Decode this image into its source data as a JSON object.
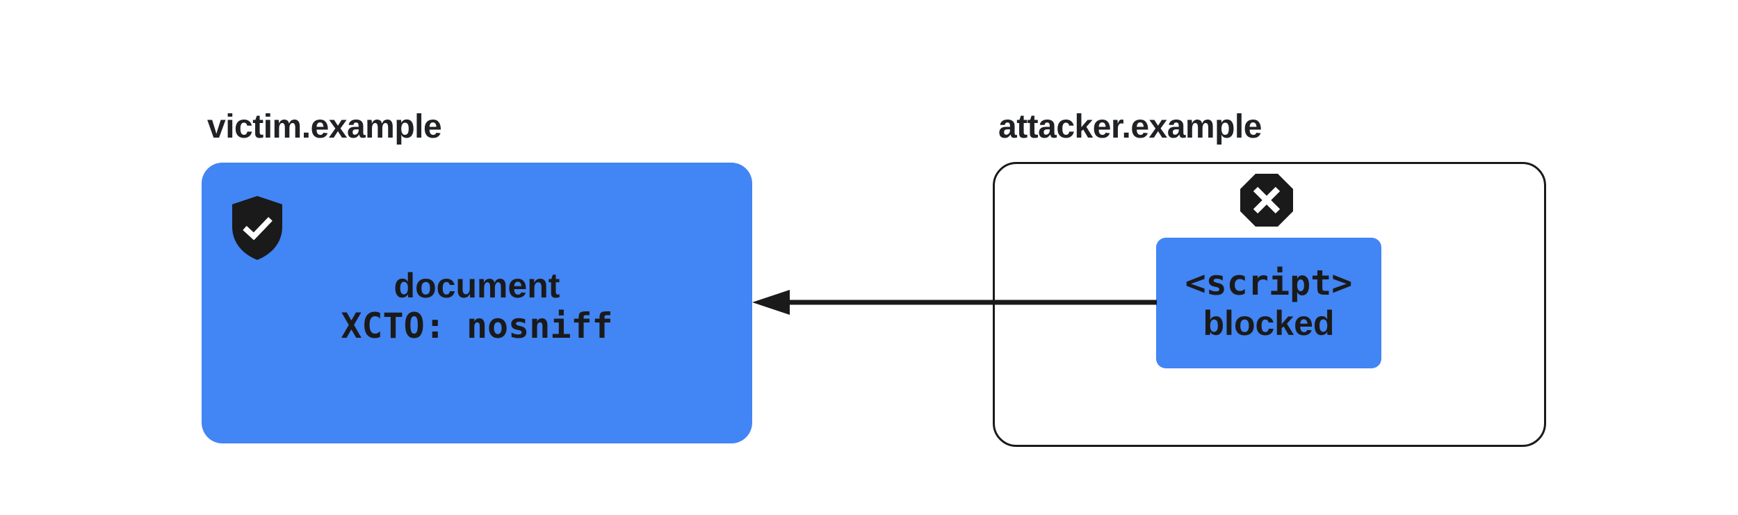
{
  "victim": {
    "origin": "victim.example",
    "line1": "document",
    "line2": "XCTO: nosniff"
  },
  "attacker": {
    "origin": "attacker.example",
    "line1": "<script>",
    "line2": "blocked"
  },
  "icons": {
    "victim_icon": "shield-check-icon",
    "attacker_icon": "stop-x-icon"
  },
  "colors": {
    "box_fill": "#4285f4",
    "ink": "#1a1a1a"
  }
}
